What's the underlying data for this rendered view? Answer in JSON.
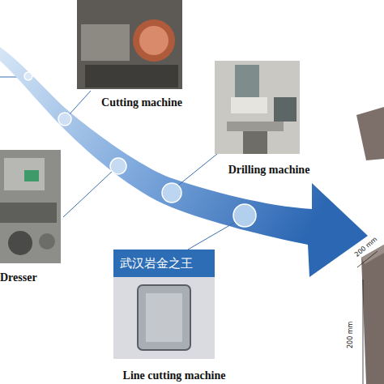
{
  "diagram": {
    "nodes": [
      {
        "text": [
          "Cutting machine"
        ]
      },
      {
        "text": [
          "Drilling machine"
        ]
      },
      {
        "text": [
          "Dresser"
        ]
      },
      {
        "text": [
          "Line cutting machine"
        ]
      }
    ],
    "labels": [
      "武汉岩金之王",
      "200 mm",
      "200 mm"
    ]
  }
}
